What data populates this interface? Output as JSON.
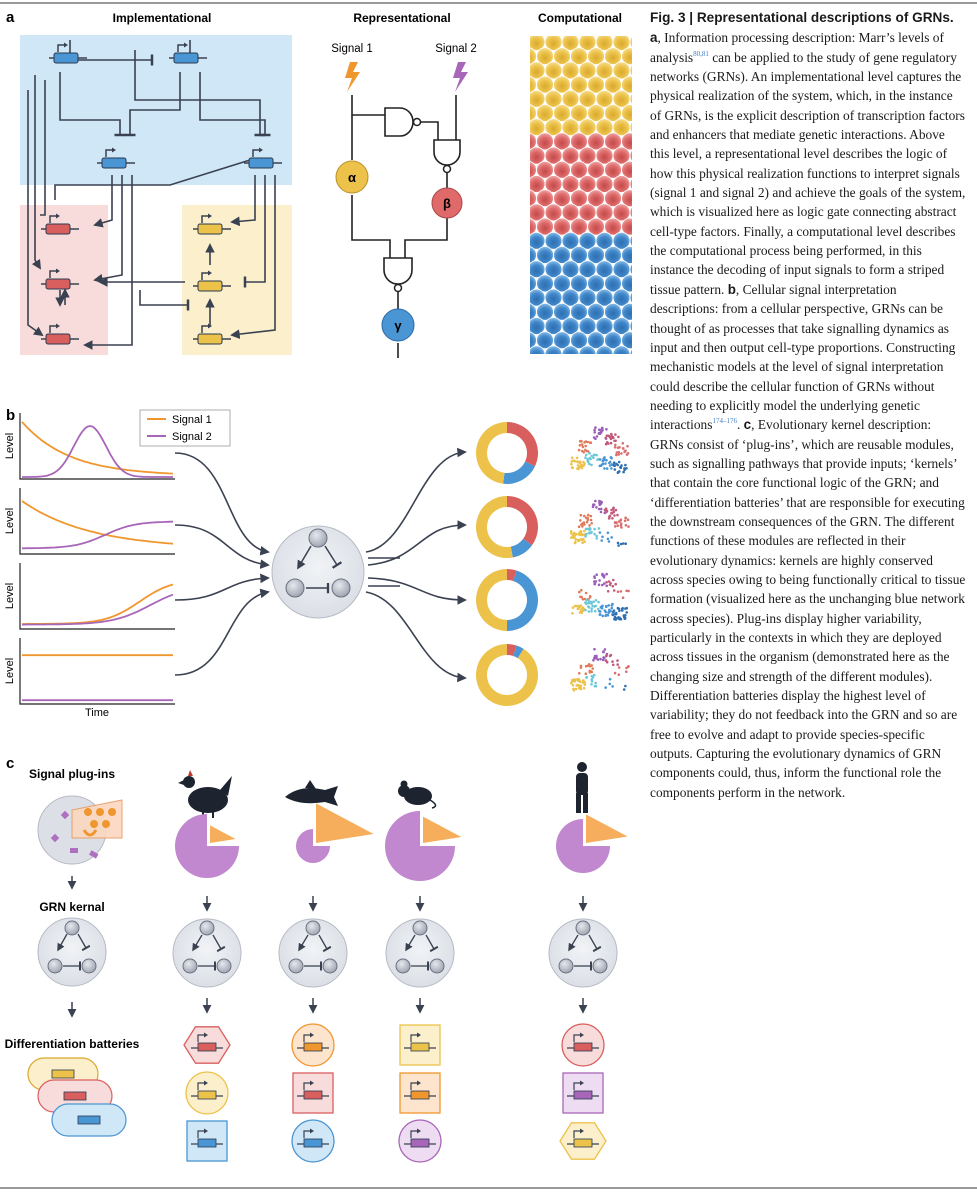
{
  "panel_letters": {
    "a": "a",
    "b": "b",
    "c": "c"
  },
  "panel_a": {
    "implementational_label": "Implementational",
    "representational_label": "Representational",
    "computational_label": "Computational",
    "signal1_label": "Signal 1",
    "signal2_label": "Signal 2",
    "alpha": "α",
    "beta": "β",
    "gamma": "γ",
    "stripe_colors": [
      "#ecc24a",
      "#d95f5f",
      "#4a95d3"
    ]
  },
  "panel_b": {
    "legend": {
      "signal1": "Signal 1",
      "signal2": "Signal 2"
    },
    "y_label": "Level",
    "x_label": "Time",
    "colors": {
      "signal1": "#f0962e",
      "signal2": "#a866b8",
      "red": "#d95f5f",
      "blue": "#4a95d3",
      "yellow": "#ecc24a"
    },
    "donut_proportions": [
      {
        "red": 0.32,
        "blue": 0.2,
        "yellow": 0.48
      },
      {
        "red": 0.35,
        "blue": 0.12,
        "yellow": 0.53
      },
      {
        "red": 0.05,
        "blue": 0.45,
        "yellow": 0.5
      },
      {
        "red": 0.05,
        "blue": 0.04,
        "yellow": 0.91
      }
    ]
  },
  "panel_c": {
    "signal_plugins_label": "Signal plug-ins",
    "grn_kernel_label": "GRN kernal",
    "diff_batteries_label": "Differentiation batteries",
    "species_icons": [
      "chicken-icon",
      "fish-icon",
      "mouse-icon",
      "human-icon"
    ]
  },
  "caption": {
    "title": "Fig. 3 | Representational descriptions of GRNs.",
    "a_letter": "a",
    "a_text_1": ", Information processing description: Marr’s levels of analysis",
    "ref_a": "80,81",
    "a_text_2": " can be applied to the study of gene regulatory networks (GRNs). An implementational level captures the physical realization of the system, which, in the instance of GRNs, is the explicit description of transcription factors and enhancers that mediate genetic interactions. Above this level, a representational level describes the logic of how this physical realization functions to interpret signals (signal 1 and signal 2) and achieve the goals of the system, which is visualized here as logic gate connecting abstract cell-type factors. Finally, a computational level describes the computational process being performed, in this instance the decoding of input signals to form a striped tissue pattern. ",
    "b_letter": "b",
    "b_text_1": ", Cellular signal interpretation descriptions: from a cellular perspective, GRNs can be thought of as processes that take signalling dynamics as input and then output cell-type proportions. Constructing mechanistic models at the level of signal interpretation could describe the cellular function of GRNs without needing to explicitly model the underlying genetic interactions",
    "ref_b": "174–176",
    "b_text_2": ". ",
    "c_letter": "c",
    "c_text": ", Evolutionary kernel description: GRNs consist of ‘plug-ins’, which are reusable modules, such as signalling pathways that provide inputs; ‘kernels’ that contain the core functional logic of the GRN; and ‘differentiation batteries’ that are responsible for executing the downstream consequences of the GRN. The different functions of these modules are reflected in their evolutionary dynamics: kernels are highly conserved across species owing to being functionally critical to tissue formation (visualized here as the unchanging blue network across species). Plug-ins display higher variability, particularly in the contexts in which they are deployed across tissues in the organism (demonstrated here as the changing size and strength of the different modules). Differentiation batteries display the highest level of variability; they do not feedback into the GRN and so are free to evolve and adapt to provide species-specific outputs. Capturing the evolutionary dynamics of GRN components could, thus, inform the functional role the components perform in the network."
  }
}
